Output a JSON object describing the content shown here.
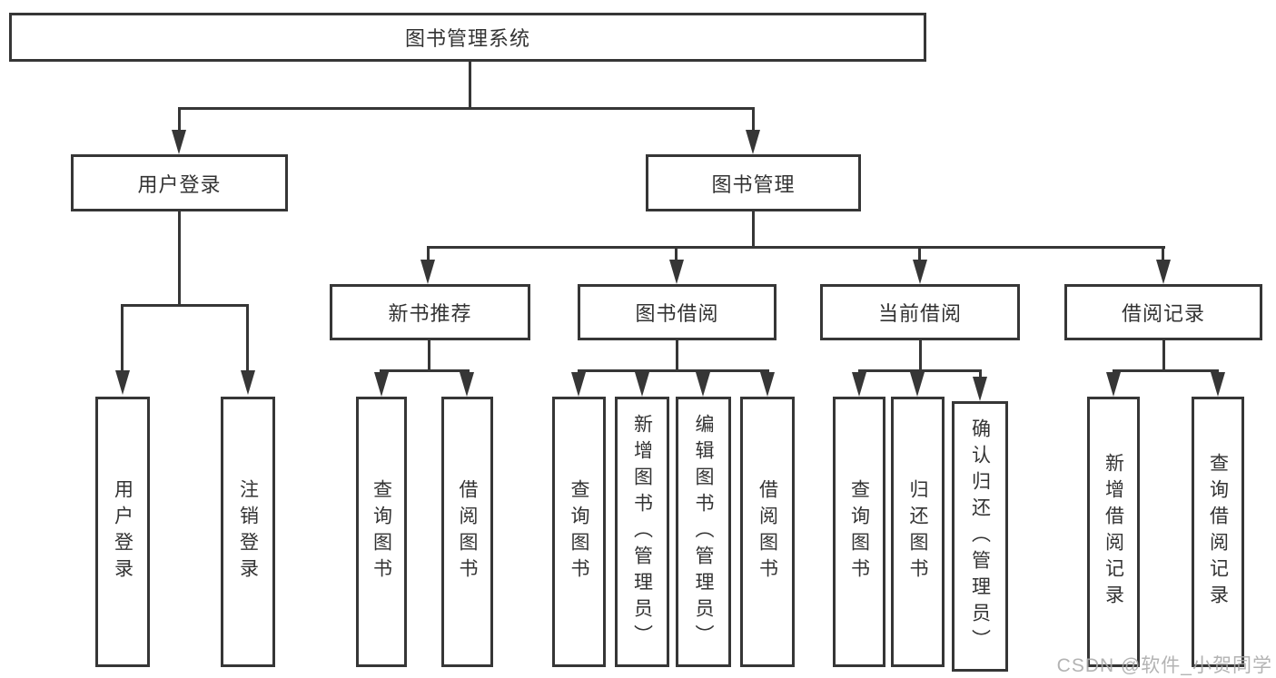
{
  "diagram": {
    "type": "hierarchy-tree",
    "root": {
      "label": "图书管理系统"
    },
    "branches": [
      {
        "label": "用户登录",
        "children": [
          {
            "label": "用户登录"
          },
          {
            "label": "注销登录"
          }
        ]
      },
      {
        "label": "图书管理",
        "children": [
          {
            "label": "新书推荐",
            "children": [
              {
                "label": "查询图书"
              },
              {
                "label": "借阅图书"
              }
            ]
          },
          {
            "label": "图书借阅",
            "children": [
              {
                "label": "查询图书"
              },
              {
                "label": "新增图书（管理员）"
              },
              {
                "label": "编辑图书（管理员）"
              },
              {
                "label": "借阅图书"
              }
            ]
          },
          {
            "label": "当前借阅",
            "children": [
              {
                "label": "查询图书"
              },
              {
                "label": "归还图书"
              },
              {
                "label": "确认归还（管理员）"
              }
            ]
          },
          {
            "label": "借阅记录",
            "children": [
              {
                "label": "新增借阅记录"
              },
              {
                "label": "查询借阅记录"
              }
            ]
          }
        ]
      }
    ]
  },
  "watermark": {
    "text": "CSDN @软件_小贺同学"
  },
  "colors": {
    "line": "#363636",
    "text": "#333333",
    "watermark": "#ababab",
    "background": "#ffffff"
  }
}
